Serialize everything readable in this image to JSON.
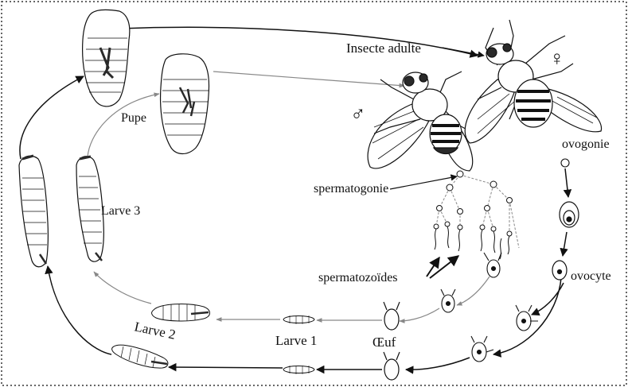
{
  "labels": {
    "adult": "Insecte adulte",
    "male": "♂",
    "female": "♀",
    "pupa": "Pupe",
    "larva3": "Larve 3",
    "larva2": "Larve 2",
    "larva1": "Larve 1",
    "egg": "Œuf",
    "spermatogonia": "spermatogonie",
    "spermatozoa": "spermatozoïdes",
    "oogonia": "ovogonie",
    "oocyte": "ovocyte"
  },
  "colors": {
    "line": "#111111",
    "arrow_grey": "#888888",
    "shade": "#2a2a2a",
    "border": "#333333"
  }
}
